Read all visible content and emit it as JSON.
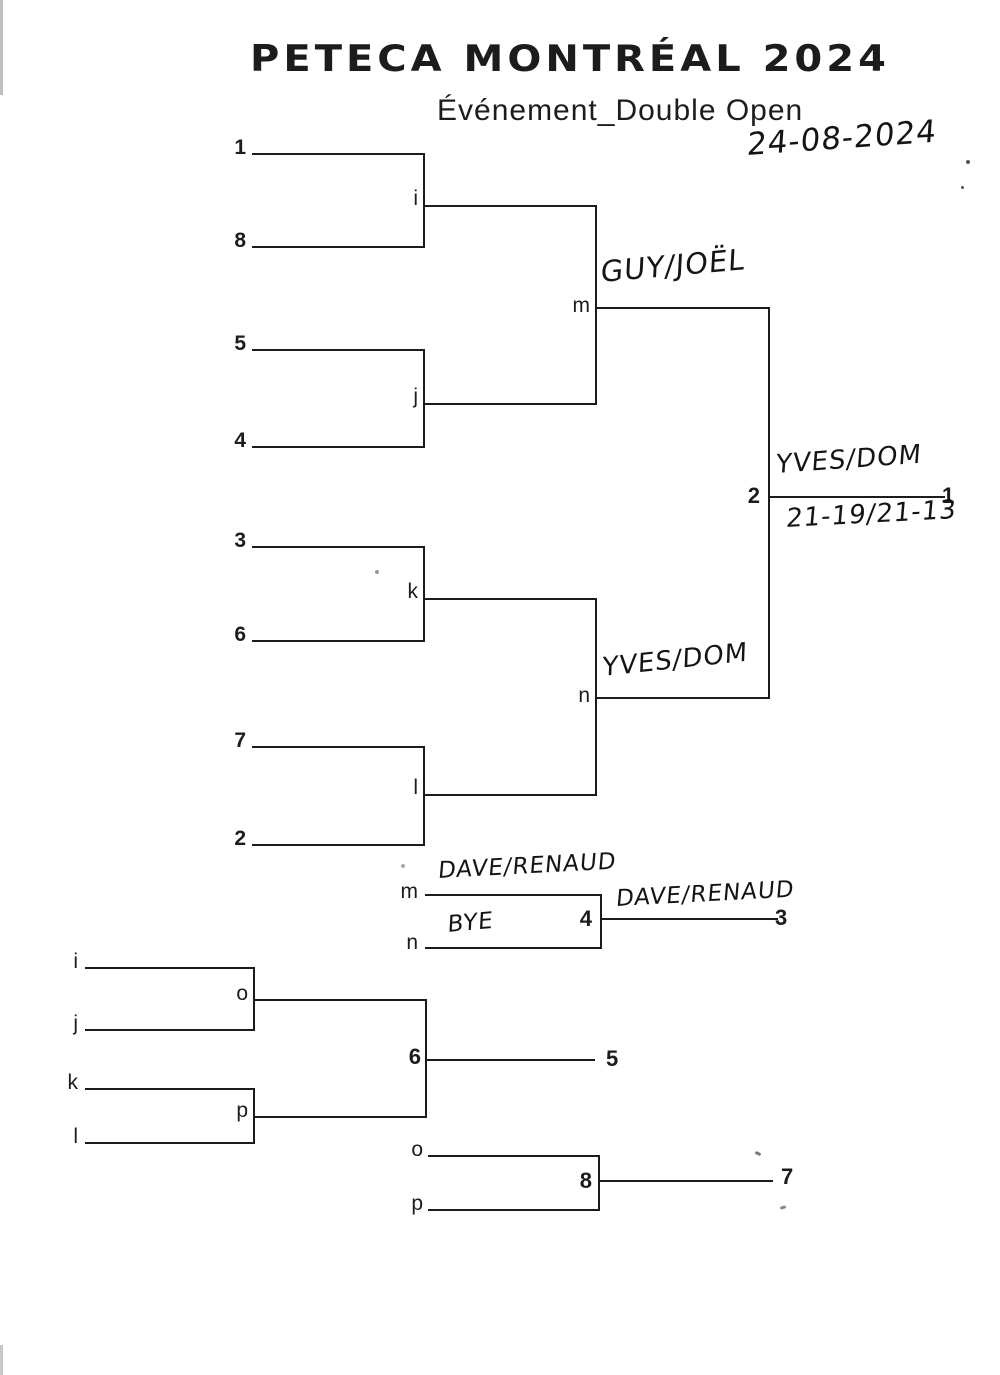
{
  "header": {
    "title": "PETECA MONTRÉAL 2024",
    "subtitle": "Événement_Double Open",
    "date": "24-08-2024"
  },
  "colors": {
    "ink": "#1c1c1c",
    "handwriting": "#141414",
    "paper": "#ffffff"
  },
  "main_bracket": {
    "seeds": [
      "1",
      "8",
      "5",
      "4",
      "3",
      "6",
      "7",
      "2"
    ],
    "quarterfinal_labels": [
      "i",
      "j",
      "k",
      "l"
    ],
    "semifinal_labels": [
      "m",
      "n"
    ],
    "semifinal_winners": {
      "top": "GUY/JOËL",
      "bottom": "YVES/DOM"
    },
    "final": {
      "match_number": "2",
      "placement": "1",
      "winner": "YVES/DOM",
      "score": "21-19/21-13"
    }
  },
  "third_place_match": {
    "slots": [
      {
        "label": "m",
        "team": "DAVE/RENAUD"
      },
      {
        "label": "n",
        "team": "BYE"
      }
    ],
    "match_number": "4",
    "placement": "3",
    "winner": "DAVE/RENAUD"
  },
  "fifth_place_bracket": {
    "slots": [
      "i",
      "j",
      "k",
      "l"
    ],
    "semifinal_labels": [
      "o",
      "p"
    ],
    "match_number": "6",
    "placement": "5"
  },
  "seventh_place_match": {
    "slots": [
      "o",
      "p"
    ],
    "match_number": "8",
    "placement": "7"
  }
}
